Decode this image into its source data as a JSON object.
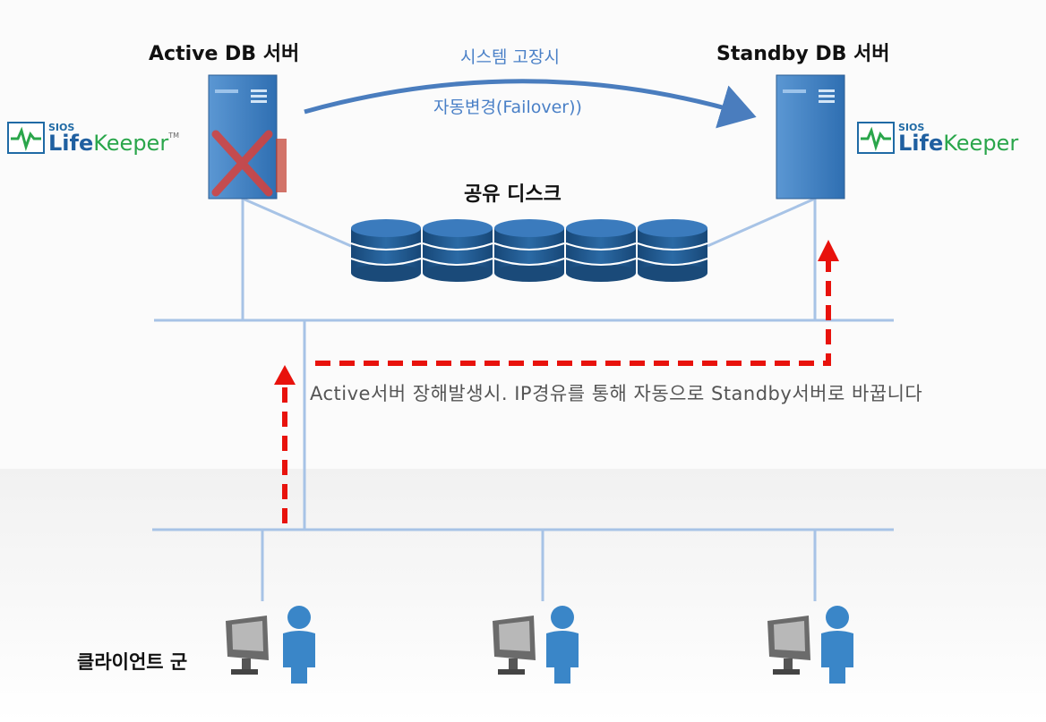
{
  "servers": {
    "active_title": "Active  DB  서버",
    "standby_title": "Standby DB  서버"
  },
  "failover": {
    "line1": "시스템 고장시",
    "line2": "자동변경(Failover))"
  },
  "disk": {
    "title": "공유 디스크"
  },
  "path_note": "Active서버  장해발생시.  IP경유를  통해  자동으로  Standby서버로  바꿉니다",
  "clients": {
    "label": "클라이언트 군",
    "count": 3
  },
  "logo": {
    "sios": "SIOS",
    "life": "Life",
    "keeper": "Keeper",
    "tm": "TM"
  },
  "colors": {
    "server_blue": "#3f7fc1",
    "network_line": "#a7c3e6",
    "arc": "#4a7dbe",
    "failover_red": "#e8120c",
    "person_blue": "#3a86c8",
    "disk_blue": "#1d4f80"
  },
  "icons": [
    "server-icon",
    "failure-x-icon",
    "disk-stack-icon",
    "monitor-icon",
    "person-icon",
    "lifekeeper-logo"
  ]
}
